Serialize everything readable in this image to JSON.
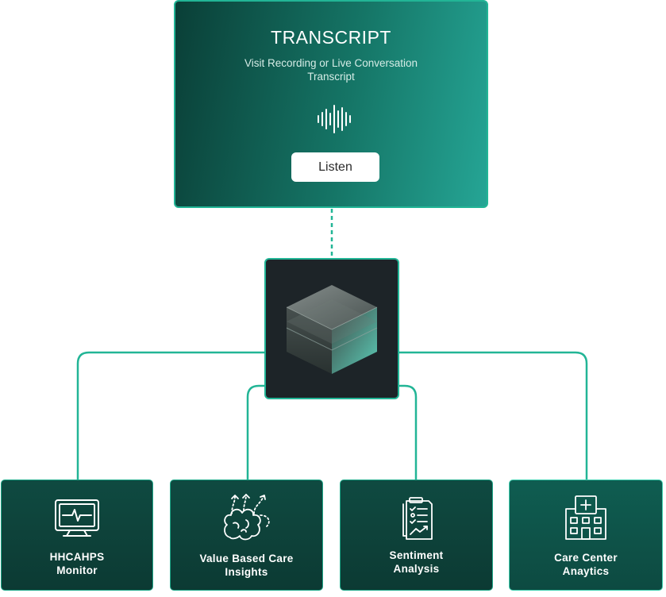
{
  "transcript": {
    "title": "TRANSCRIPT",
    "subtitle": "Visit Recording or Live Conversation Transcript",
    "listen_label": "Listen",
    "icon": "sound-wave-icon"
  },
  "hub": {
    "icon": "layered-cube-icon"
  },
  "outputs": [
    {
      "label": "HHCAHPS\nMonitor",
      "icon": "monitor-heartbeat-icon"
    },
    {
      "label": "Value Based Care\nInsights",
      "icon": "brain-growth-icon"
    },
    {
      "label": "Sentiment\nAnalysis",
      "icon": "report-checklist-icon"
    },
    {
      "label": "Care Center\nAnaytics",
      "icon": "hospital-icon"
    }
  ],
  "colors": {
    "accent": "#22b596",
    "card_dark": "#0c3a33",
    "hub_bg": "#1d2428"
  }
}
